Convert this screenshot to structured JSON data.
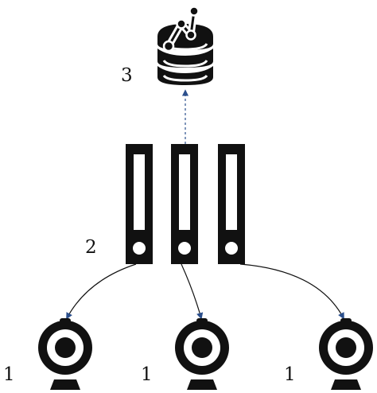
{
  "labels": {
    "database": "3",
    "servers": "2",
    "camera_1": "1",
    "camera_2": "1",
    "camera_3": "1"
  },
  "icons": {
    "database": "database-network-icon",
    "server": "server-tower-icon",
    "camera": "webcam-icon"
  },
  "colors": {
    "ink": "#111111",
    "arrow": "#2b4f8c",
    "background": "#ffffff"
  }
}
